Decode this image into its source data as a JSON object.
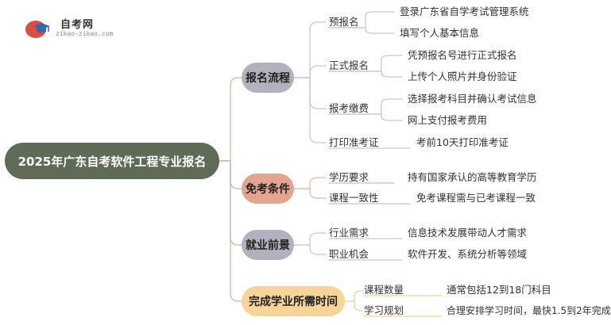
{
  "logo": {
    "name": "自考网",
    "url": "zikao-zikao.com"
  },
  "root": "2025年广东自考软件工程专业报名",
  "branches": [
    {
      "label": "报名流程",
      "children": [
        {
          "label": "预报名",
          "details": [
            "登录广东省自学考试管理系统",
            "填写个人基本信息"
          ]
        },
        {
          "label": "正式报名",
          "details": [
            "凭预报名号进行正式报名",
            "上传个人照片并身份验证"
          ]
        },
        {
          "label": "报考缴费",
          "details": [
            "选择报考科目并确认考试信息",
            "网上支付报考费用"
          ]
        },
        {
          "label": "打印准考证",
          "details": [
            "考前10天打印准考证"
          ]
        }
      ]
    },
    {
      "label": "免考条件",
      "children": [
        {
          "label": "学历要求",
          "details": [
            "持有国家承认的高等教育学历"
          ]
        },
        {
          "label": "课程一致性",
          "details": [
            "免考课程需与已考课程一致"
          ]
        }
      ]
    },
    {
      "label": "就业前景",
      "children": [
        {
          "label": "行业需求",
          "details": [
            "信息技术发展带动人才需求"
          ]
        },
        {
          "label": "职业机会",
          "details": [
            "软件开发、系统分析等领域"
          ]
        }
      ]
    },
    {
      "label": "完成学业所需时间",
      "children": [
        {
          "label": "课程数量",
          "details": [
            "通常包括12到18门科目"
          ]
        },
        {
          "label": "学习规划",
          "details": [
            "合理安排学习时间，最快1.5到2年完成"
          ]
        }
      ]
    }
  ]
}
